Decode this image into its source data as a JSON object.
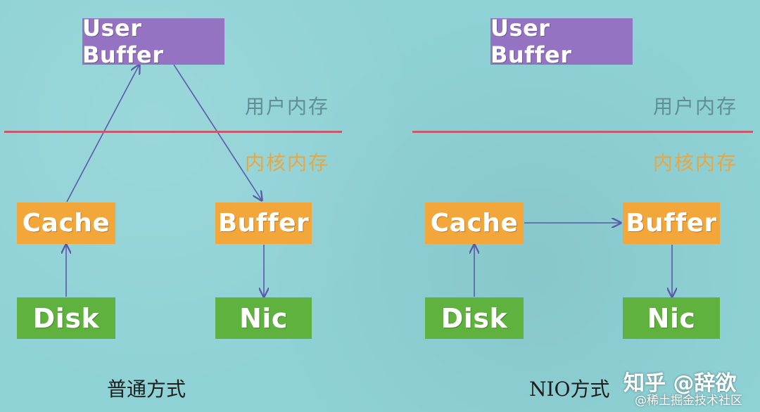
{
  "left_panel": {
    "user_buffer": "User Buffer",
    "user_memory_label": "用户内存",
    "kernel_memory_label": "内核内存",
    "cache": "Cache",
    "buffer": "Buffer",
    "disk": "Disk",
    "nic": "Nic",
    "caption": "普通方式"
  },
  "right_panel": {
    "user_buffer": "User Buffer",
    "user_memory_label": "用户内存",
    "kernel_memory_label": "内核内存",
    "cache": "Cache",
    "buffer": "Buffer",
    "disk": "Disk",
    "nic": "Nic",
    "caption": "NIO方式"
  },
  "watermark": {
    "primary": "知乎 @辞欲",
    "secondary": "@稀土掘金技术社区"
  },
  "colors": {
    "background": "#8fd2d6",
    "user_buffer": "#9474c2",
    "cache_buffer": "#f3a63a",
    "disk_nic": "#5fb23d",
    "divider": "#c55b6a",
    "arrow": "#5a5aa8"
  }
}
